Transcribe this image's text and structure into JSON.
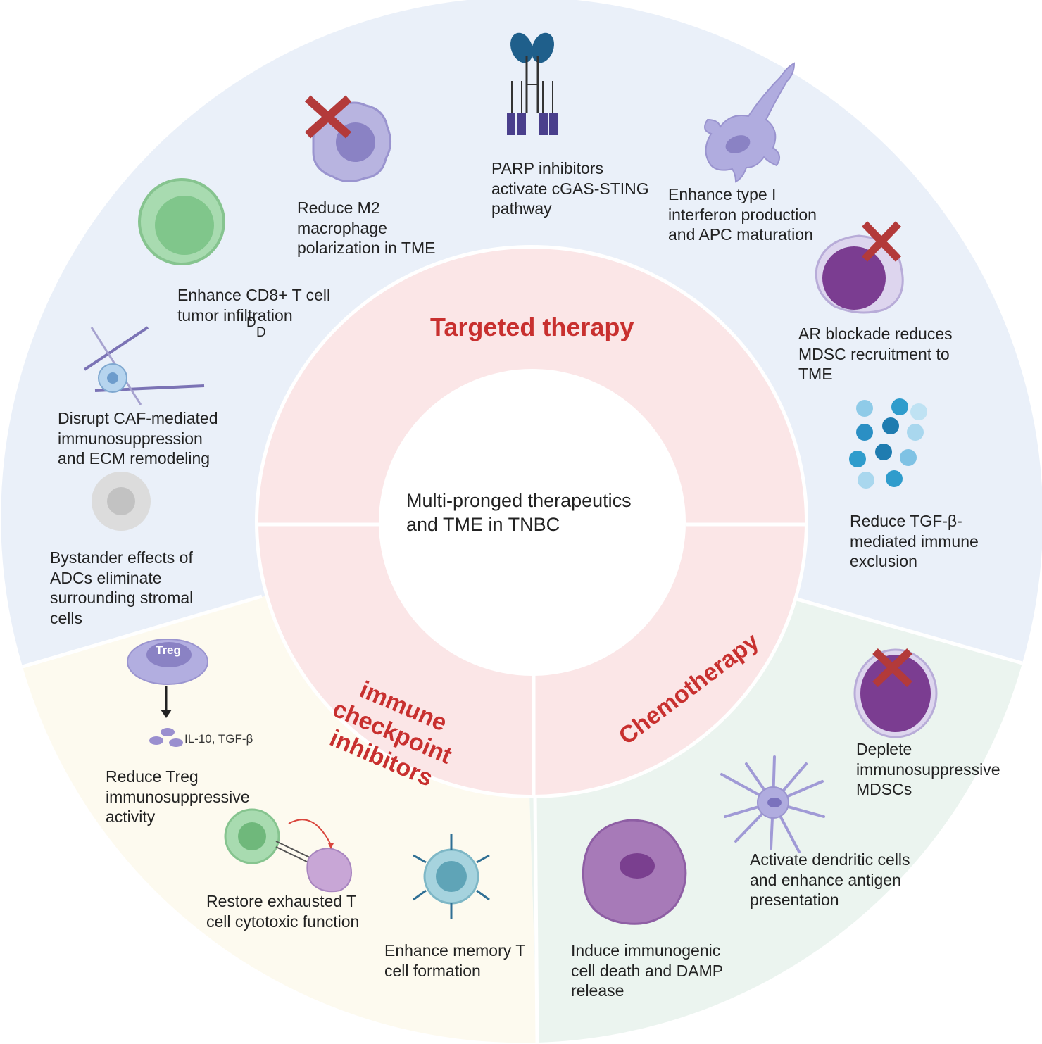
{
  "center": {
    "line1": "Multi-pronged therapeutics",
    "line2": "and TME in TNBC"
  },
  "sectors": {
    "targeted": "Targeted therapy",
    "immune": {
      "line1": "immune",
      "line2": "checkpoint",
      "line3": "inhibitors"
    },
    "chemo": "Chemotherapy"
  },
  "colors": {
    "outer_blue": "#eaf0f9",
    "outer_yellow": "#fdfaef",
    "outer_green": "#ebf4ef",
    "inner_pink": "#fbe6e7",
    "title_red": "#c8302f",
    "cross_red": "#b33a3a"
  },
  "labels": {
    "m2": [
      "Reduce M2",
      "macrophage",
      "polarization in TME"
    ],
    "parp": [
      "PARP inhibitors",
      "activate cGAS-STING",
      "pathway"
    ],
    "ifn": [
      "Enhance type I",
      "interferon production",
      "and APC maturation"
    ],
    "cd8": [
      "Enhance CD8+ T cell",
      "tumor infiltration"
    ],
    "dd": [
      "D",
      "D"
    ],
    "ar": [
      "AR blockade reduces",
      "MDSC recruitment to",
      "TME"
    ],
    "caf": [
      "Disrupt CAF-mediated",
      "immunosuppression",
      "and ECM remodeling"
    ],
    "tgf": [
      "Reduce TGF-β-",
      "mediated immune",
      "exclusion"
    ],
    "adc": [
      "Bystander effects of",
      "ADCs eliminate",
      "surrounding stromal",
      "cells"
    ],
    "treg": [
      "Reduce Treg",
      "immunosuppressive",
      "activity"
    ],
    "exhausted": [
      "Restore exhausted T",
      "cell cytotoxic function"
    ],
    "memory": [
      "Enhance memory T",
      "cell formation"
    ],
    "mdsc": [
      "Deplete",
      "immunosuppressive",
      "MDSCs"
    ],
    "dc": [
      "Activate dendritic cells",
      "and enhance antigen",
      "presentation"
    ],
    "icd": [
      "Induce immunogenic",
      "cell death and DAMP",
      "release"
    ]
  },
  "icon_text": {
    "treg_cell": "Treg",
    "cytokines": "IL-10, TGF-β"
  },
  "icons": [
    "macrophage-icon",
    "antibody-icon",
    "dendritic-cell-icon",
    "t-cell-icon",
    "mdsc-icon",
    "fibroblast-icon",
    "tgf-beta-particles-icon",
    "apoptotic-cell-icon",
    "treg-icon",
    "cytokine-icon",
    "exhausted-t-cell-icon",
    "memory-t-cell-icon",
    "dying-tumor-cell-icon",
    "cross-icon"
  ]
}
